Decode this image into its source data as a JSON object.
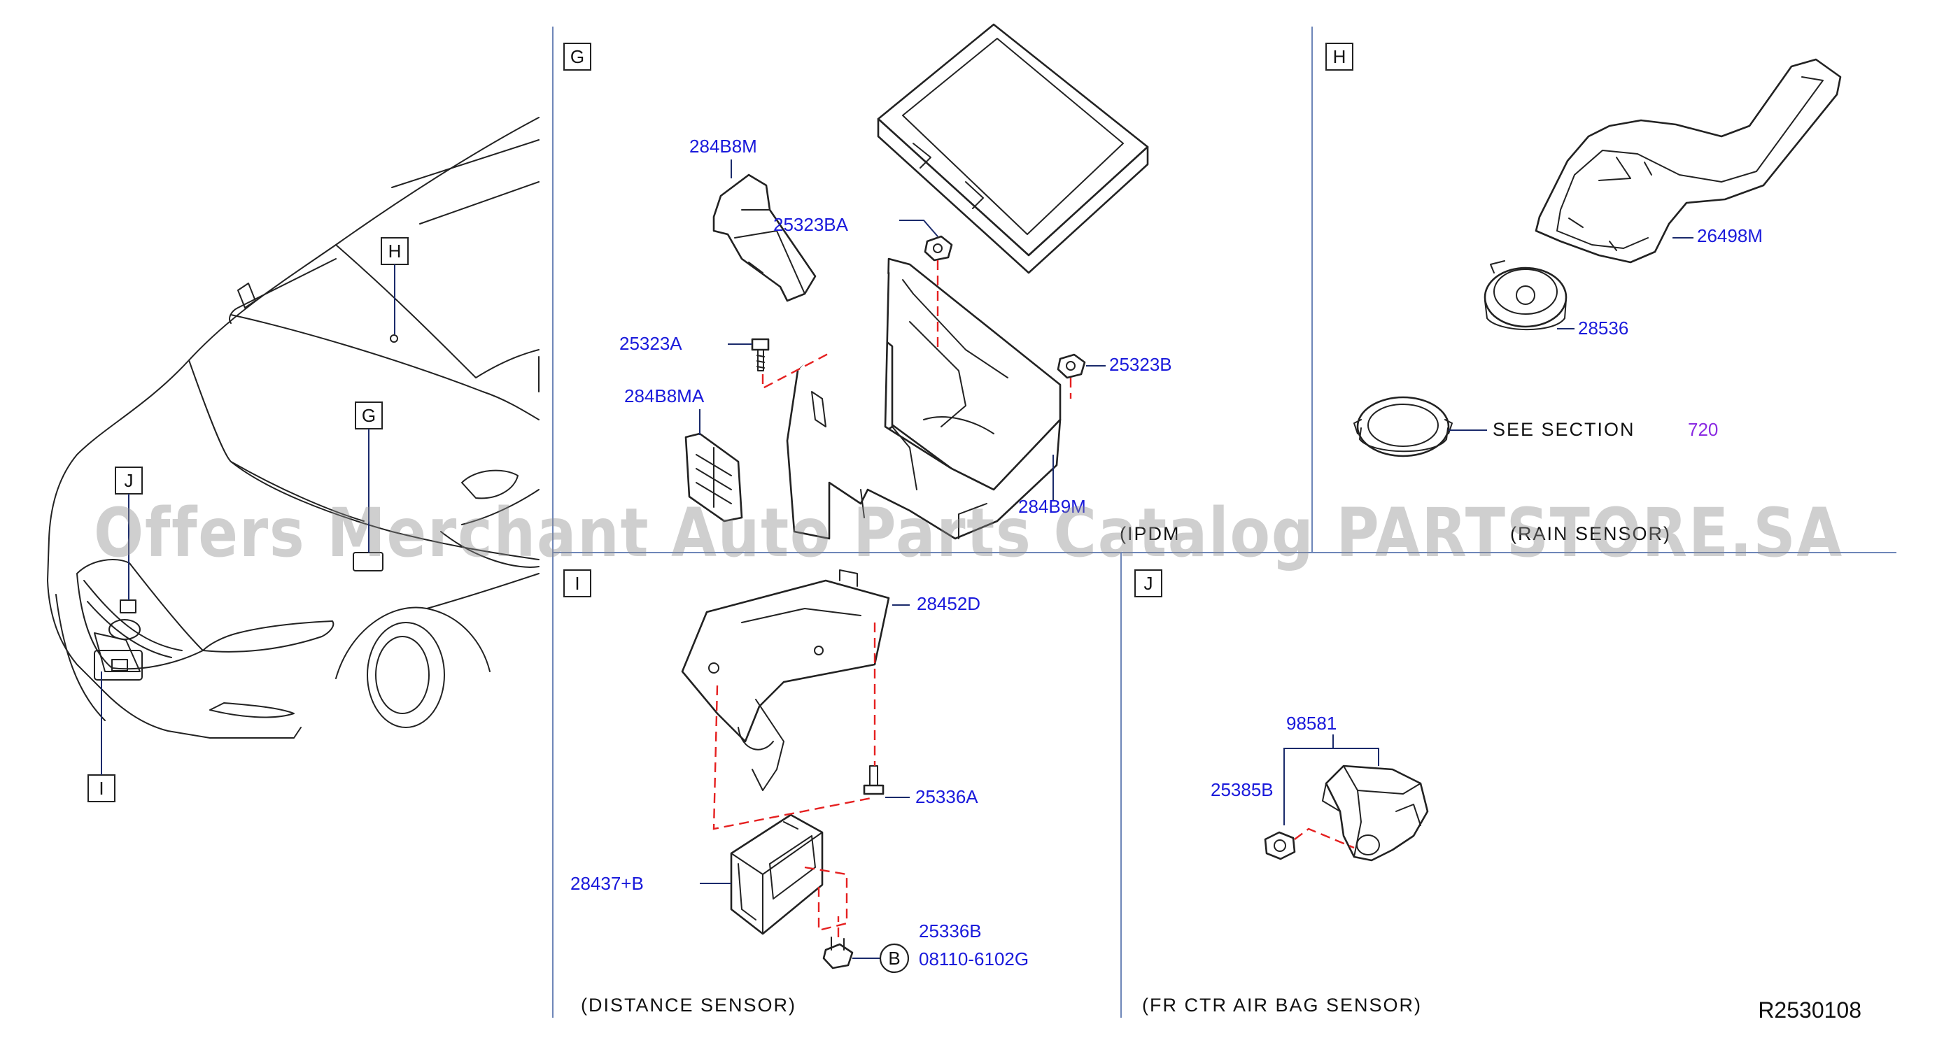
{
  "sections": {
    "G": {
      "label": "G",
      "caption": "(IPDM",
      "parts": [
        "284B8M",
        "25323BA",
        "25323A",
        "284B8MA",
        "25323B",
        "284B9M"
      ]
    },
    "H": {
      "label": "H",
      "caption": "(RAIN SENSOR)",
      "parts": [
        "26498M",
        "28536"
      ],
      "see_section_text": "SEE   SECTION",
      "see_section_number": "720"
    },
    "I": {
      "label": "I",
      "caption": "(DISTANCE   SENSOR)",
      "parts": [
        "28452D",
        "25336A",
        "28437+B",
        "25336B",
        "08110-6102G"
      ],
      "circle_label": "B"
    },
    "J": {
      "label": "J",
      "caption": "(FR   CTR   AIR   BAG   SENSOR)",
      "parts": [
        "98581",
        "25385B"
      ]
    }
  },
  "vehicle_callouts": [
    "H",
    "G",
    "J",
    "I"
  ],
  "diagram_code": "R2530108",
  "watermark": "Offers Merchant Auto Parts Catalog PARTSTORE.SA",
  "colors": {
    "part_number": "#1a1adb",
    "see_section_number": "#8a2be2",
    "fastener_link": "#e52020",
    "divider": "#6e86b8"
  }
}
